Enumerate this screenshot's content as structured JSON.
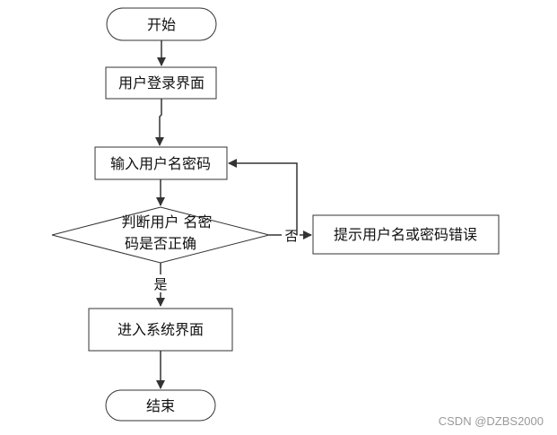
{
  "nodes": {
    "start": "开始",
    "login_page": "用户登录界面",
    "input_credentials": "输入用户名密码",
    "check_line1": "判断用户 名密",
    "check_line2": "码是否正确",
    "error_prompt": "提示用户名或密码错误",
    "enter_system": "进入系统界面",
    "end": "结束"
  },
  "edge_labels": {
    "no": "否",
    "yes": "是"
  },
  "watermark": "CSDN @DZBS2000"
}
